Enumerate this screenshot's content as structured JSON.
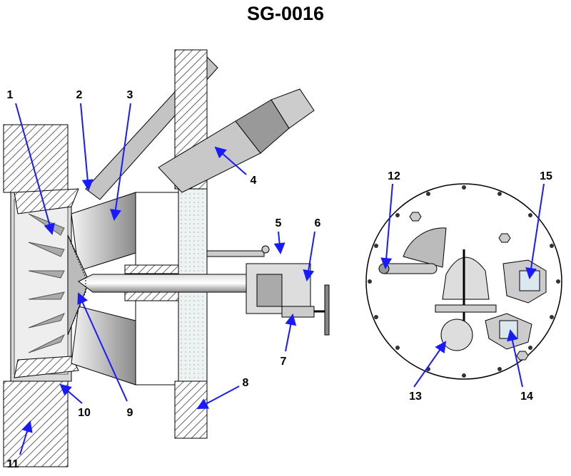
{
  "title": "SG-0016",
  "colors": {
    "arrow": "#1a1aff",
    "metal": "#c8c8c8",
    "dark": "#808080",
    "insulation": "#e8ecec"
  },
  "callouts": [
    "1",
    "2",
    "3",
    "4",
    "5",
    "6",
    "7",
    "8",
    "9",
    "10",
    "11",
    "12",
    "13",
    "14",
    "15"
  ]
}
